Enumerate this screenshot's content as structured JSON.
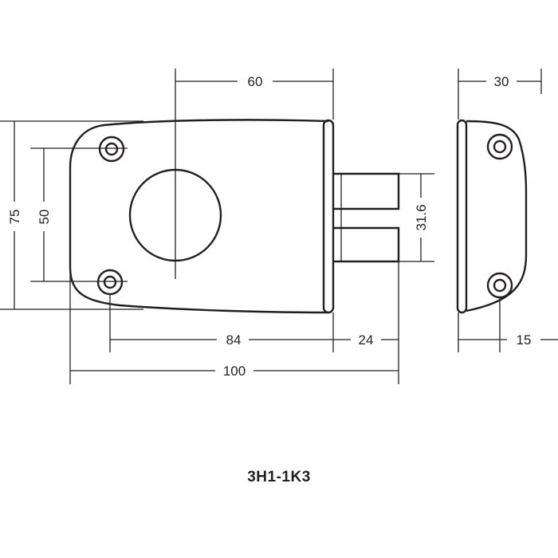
{
  "model": "3H1-1K3",
  "dimensions": {
    "top_width": "60",
    "side_depth": "30",
    "height": "75",
    "hole_spacing": "50",
    "bolt_span": "31.6",
    "base_length": "84",
    "bolt_projection": "24",
    "total_length": "100",
    "side_base": "15"
  },
  "colors": {
    "line": "#231f20"
  }
}
